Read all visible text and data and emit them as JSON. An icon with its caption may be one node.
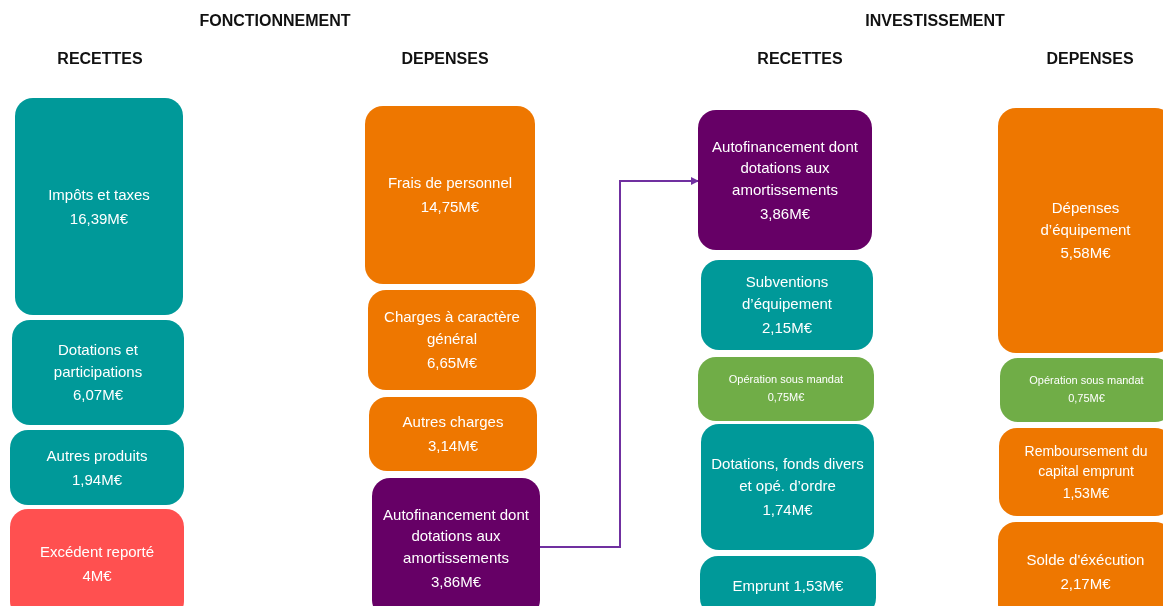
{
  "diagram": {
    "nodes": [
      {
        "text": [
          "Impôts et taxes",
          "16,39M€"
        ]
      },
      {
        "text": [
          "Dotations et participations",
          "6,07M€"
        ]
      },
      {
        "text": [
          "Autres produits",
          "1,94M€"
        ]
      },
      {
        "text": [
          "Excédent reporté",
          "4M€"
        ]
      },
      {
        "text": [
          "Frais de personnel",
          "14,75M€"
        ]
      },
      {
        "text": [
          "Charges à caractère général",
          "6,65M€"
        ]
      },
      {
        "text": [
          "Autres charges",
          "3,14M€"
        ]
      },
      {
        "text": [
          "Autofinancement dont dotations aux amortissements",
          "3,86M€"
        ]
      },
      {
        "text": [
          "Autofinancement dont dotations aux amortissements",
          "3,86M€"
        ]
      },
      {
        "text": [
          "Subventions d’équipement",
          "2,15M€"
        ]
      },
      {
        "text": [
          "Opération sous mandat",
          "0,75M€"
        ]
      },
      {
        "text": [
          "Dotations, fonds divers et opé. d’ordre",
          "1,74M€"
        ]
      },
      {
        "text": [
          "Emprunt 1,53M€"
        ]
      },
      {
        "text": [
          "Dépenses d’équipement",
          "5,58M€"
        ]
      },
      {
        "text": [
          "Opération sous mandat",
          "0,75M€"
        ]
      },
      {
        "text": [
          "Remboursement du capital emprunt",
          "1,53M€"
        ]
      },
      {
        "text": [
          "Solde d'éxécution",
          "2,17M€"
        ]
      }
    ],
    "edges": [
      {
        "from": 7,
        "to": 8,
        "arrow": "to"
      }
    ],
    "labels": [
      "FONCTIONNEMENT",
      "INVESTISSEMENT",
      "RECETTES",
      "DEPENSES",
      "RECETTES",
      "DEPENSES"
    ]
  }
}
